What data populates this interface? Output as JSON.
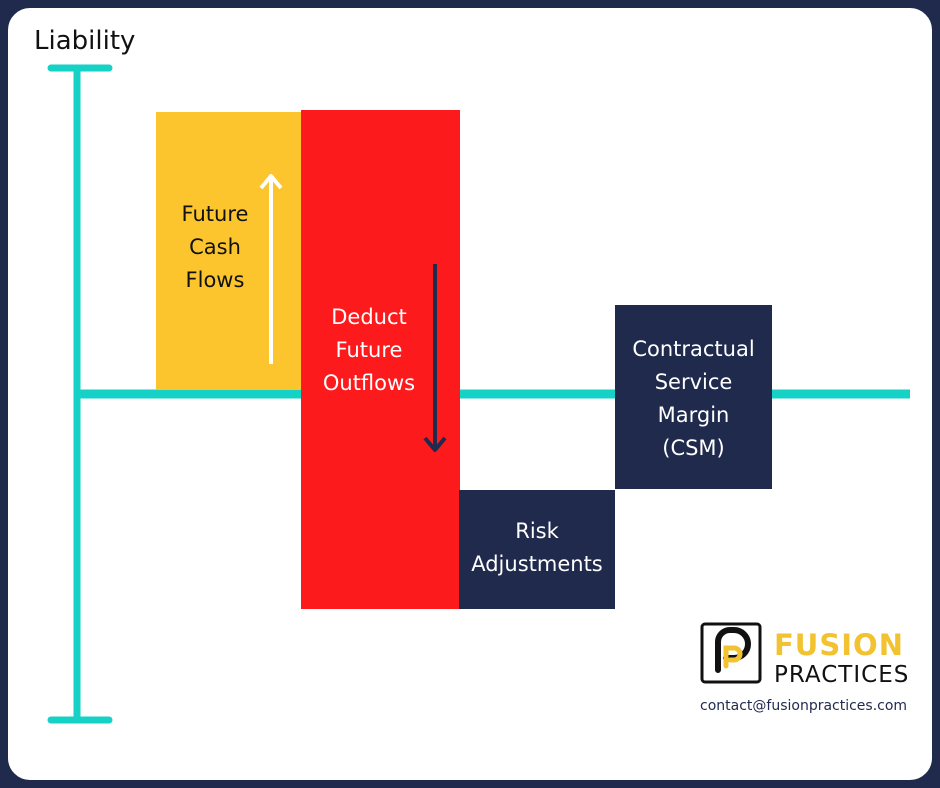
{
  "axis": {
    "label": "Liability"
  },
  "blocks": {
    "future_cash_flows": {
      "lines": [
        "Future",
        "Cash",
        "Flows"
      ]
    },
    "deduct_future_outflows": {
      "lines": [
        "Deduct",
        "Future",
        "Outflows"
      ]
    },
    "risk_adjustments": {
      "lines": [
        "Risk",
        "Adjustments"
      ]
    },
    "csm": {
      "lines": [
        "Contractual",
        "Service",
        "Margin",
        "(CSM)"
      ]
    }
  },
  "brand": {
    "name_line1": "FUSION",
    "name_line2": "PRACTICES",
    "contact": "contact@fusionpractices.com"
  },
  "colors": {
    "axis": "#15d1c6",
    "future_cash_flows": "#fcc42d",
    "deduct": "#fc1a1c",
    "navy": "#1f2a4d",
    "brand_yellow": "#f2c230"
  }
}
